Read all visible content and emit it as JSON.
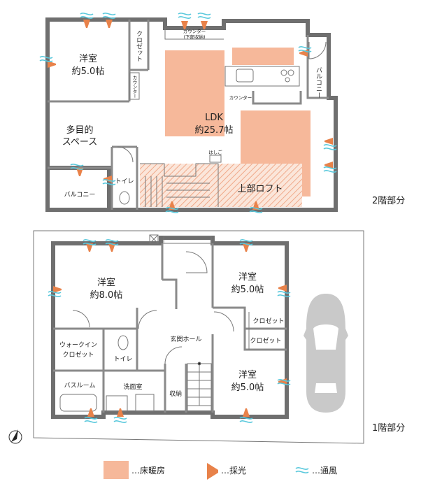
{
  "floor2": {
    "label": "2階部分",
    "rooms": {
      "western_room": {
        "name": "洋室",
        "size": "約5.0帖"
      },
      "closet": "クロゼット",
      "counter_storage": {
        "line1": "カウンター",
        "line2": "(下部収納)"
      },
      "counter_small": "カウンター",
      "counter_kitchen": "カウンター",
      "balcony_right": "バルコニー",
      "ldk": {
        "name": "LDK",
        "size": "約25.7帖"
      },
      "multipurpose": {
        "line1": "多目的",
        "line2": "スペース"
      },
      "ladder": "はしご",
      "toilet": "トイレ",
      "balcony_left": "バルコニー",
      "loft": "上部ロフト"
    }
  },
  "floor1": {
    "label": "1階部分",
    "rooms": {
      "western_8": {
        "name": "洋室",
        "size": "約8.0帖"
      },
      "western_5a": {
        "name": "洋室",
        "size": "約5.0帖"
      },
      "closet_a": "クロゼット",
      "closet_b": "クロゼット",
      "walkin": {
        "line1": "ウォークイン",
        "line2": "クロゼット"
      },
      "toilet": "トイレ",
      "entrance_hall": "玄関ホール",
      "bathroom": "バスルーム",
      "washroom": "洗面室",
      "storage": "収納",
      "western_5b": {
        "name": "洋室",
        "size": "約5.0帖"
      }
    }
  },
  "legend": {
    "floor_heating": "…床暖房",
    "lighting": "…採光",
    "ventilation": "…通風"
  },
  "colors": {
    "heating": "#f6b89a",
    "lighting": "#e8824a",
    "ventilation": "#58c8dc",
    "wall": "#6f6f6f",
    "car": "#c9c9c9"
  },
  "icons": {
    "north": "north-arrow-icon",
    "car": "car-icon"
  }
}
